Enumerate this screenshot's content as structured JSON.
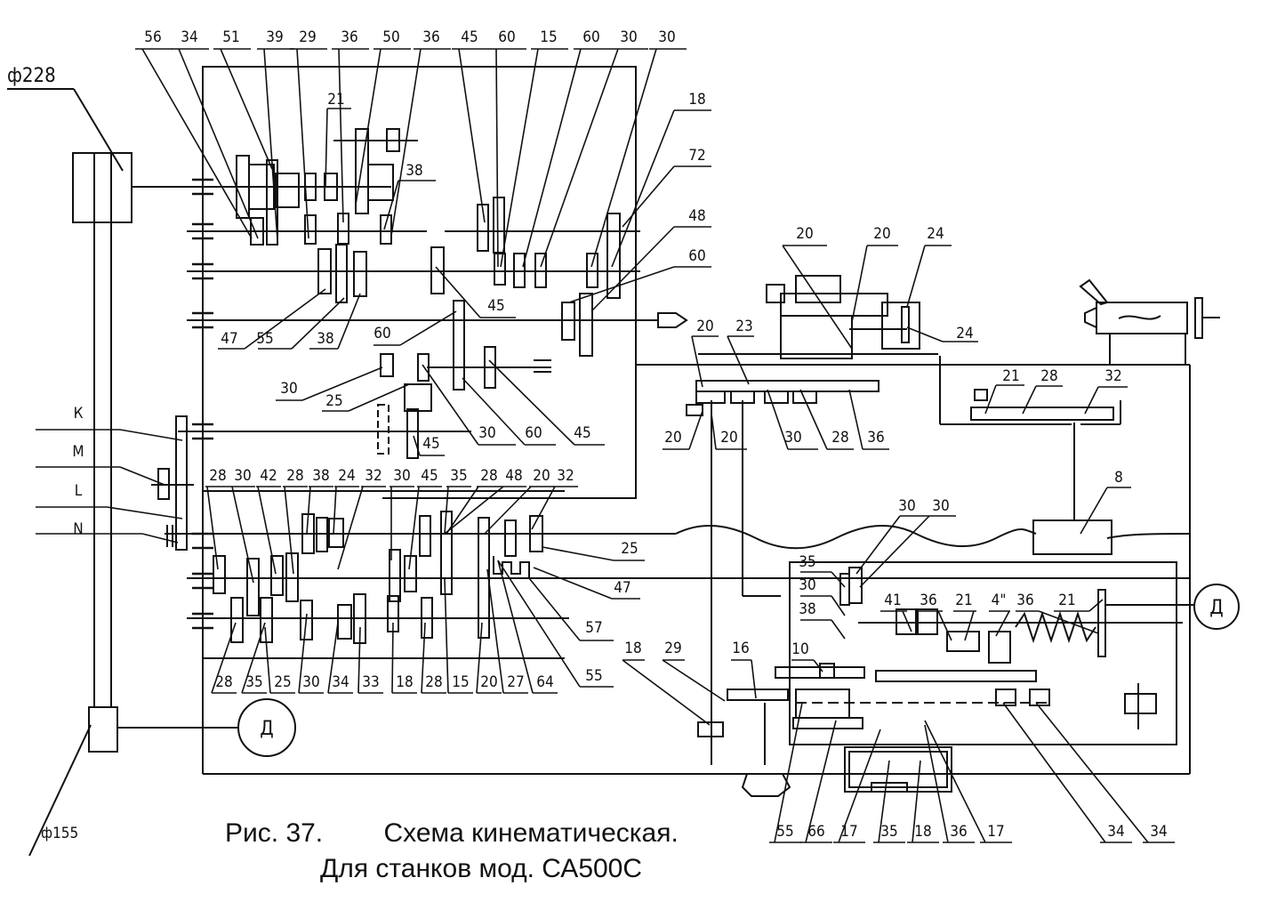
{
  "figure": {
    "number_label": "Рис. 37.",
    "title": "Схема кинематическая.",
    "subtitle": "Для станков мод. СА500С",
    "line_color": "#111111",
    "background": "#ffffff"
  },
  "dimensions": {
    "pulley_top": "ф228",
    "pulley_bottom": "ф155"
  },
  "motors": [
    {
      "id": "main-motor",
      "label": "Д"
    },
    {
      "id": "rapid-motor",
      "label": "Д"
    }
  ],
  "letter_labels": [
    "К",
    "М",
    "L",
    "N"
  ],
  "headstock_top_labels": [
    "56",
    "34",
    "51",
    "39",
    "29",
    "36",
    "50",
    "36",
    "45",
    "60",
    "15",
    "60",
    "30",
    "30"
  ],
  "headstock_inner_labels": [
    "21",
    "38",
    "18",
    "72",
    "48",
    "60"
  ],
  "headstock_mid_labels": [
    "47",
    "55",
    "38",
    "45",
    "60",
    "30",
    "25",
    "30",
    "60",
    "45",
    "45"
  ],
  "gearbox_top_labels": [
    "28",
    "30",
    "42",
    "28",
    "38",
    "24",
    "32",
    "30",
    "45",
    "35",
    "28",
    "48",
    "20",
    "32"
  ],
  "gearbox_right_labels": [
    "25",
    "47",
    "57",
    "55"
  ],
  "gearbox_bottom_labels": [
    "28",
    "35",
    "25",
    "30",
    "34",
    "33",
    "18",
    "28",
    "15",
    "20",
    "27",
    "64"
  ],
  "carriage_labels": [
    "20",
    "20",
    "24",
    "24",
    "20",
    "23",
    "20",
    "20",
    "30",
    "28",
    "36"
  ],
  "tailstock_labels": [
    "21",
    "28",
    "32"
  ],
  "leadscrew_nut_label": "8",
  "apron_labels": {
    "upper": [
      "30",
      "30",
      "35",
      "30",
      "38",
      "41",
      "36",
      "21",
      "4\"",
      "36",
      "21",
      "10"
    ],
    "left": [
      "18",
      "29",
      "16"
    ],
    "bottom": [
      "55",
      "66",
      "17",
      "35",
      "18",
      "36",
      "17",
      "34",
      "34"
    ]
  }
}
